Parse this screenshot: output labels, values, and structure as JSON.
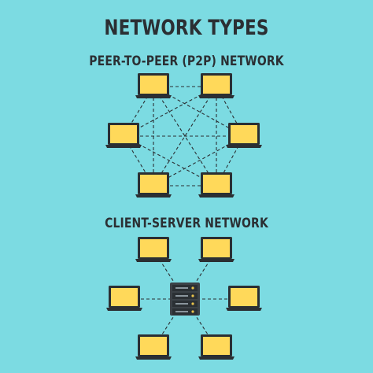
{
  "diagram": {
    "title": "NETWORK TYPES",
    "sections": [
      {
        "heading": "PEER-TO-PEER (P2P) NETWORK",
        "nodes": [
          "laptop",
          "laptop",
          "laptop",
          "laptop",
          "laptop",
          "laptop"
        ],
        "connection": "every laptop linked to every other laptop (dashed)"
      },
      {
        "heading": "CLIENT-SERVER NETWORK",
        "nodes": [
          "server",
          "laptop",
          "laptop",
          "laptop",
          "laptop",
          "laptop",
          "laptop"
        ],
        "connection": "each laptop linked only to the central server (dashed)"
      }
    ]
  },
  "colors": {
    "background": "#7cdbe2",
    "text": "#2b2f33",
    "laptop_screen": "#ffd95a",
    "laptop_frame": "#2b2f33",
    "link_line": "#2b2f33",
    "server_body": "#3c4247",
    "server_light": "#e9c44b"
  }
}
